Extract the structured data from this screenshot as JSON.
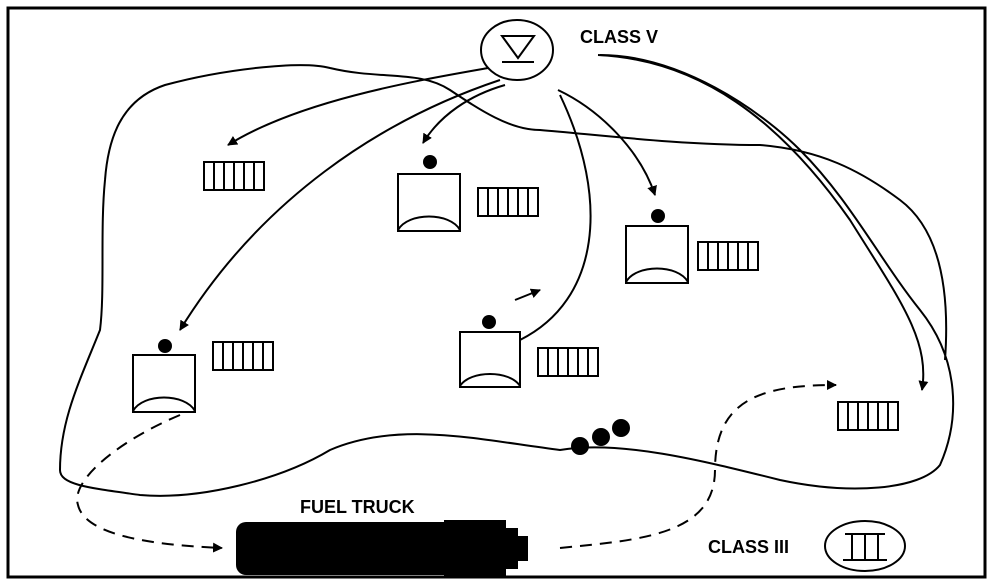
{
  "labels": {
    "class_v": "CLASS V",
    "class_iii": "CLASS III",
    "fuel_truck": "FUEL TRUCK"
  },
  "icons": {
    "class_v": "triangle-symbol-icon",
    "class_iii": "bridge-symbol-icon",
    "supply_stack": "supply-stack-icon",
    "tank": "tank-icon",
    "point": "dot-icon",
    "truck": "fuel-truck-icon"
  },
  "colors": {
    "ink": "#000000",
    "background": "#ffffff"
  }
}
